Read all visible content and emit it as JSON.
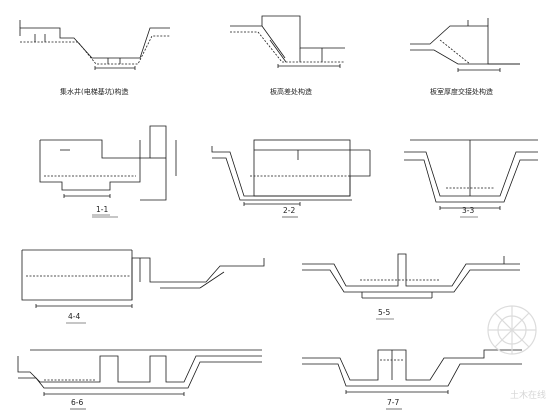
{
  "sheet": {
    "background": "#ffffff",
    "line_color": "#1a1a1a",
    "watermark_text": "土木在线",
    "watermark_color": "#d9d9d9"
  },
  "details": [
    {
      "id": "pit",
      "caption": "集水井(电梯基坑)构造"
    },
    {
      "id": "step",
      "caption": "板高差处构造"
    },
    {
      "id": "thick",
      "caption": "板室厚度交接处构造"
    }
  ],
  "sections": [
    {
      "id": "s1",
      "caption": "1-1"
    },
    {
      "id": "s2",
      "caption": "2-2"
    },
    {
      "id": "s3",
      "caption": "3-3"
    },
    {
      "id": "s4",
      "caption": "4-4"
    },
    {
      "id": "s5",
      "caption": "5-5"
    },
    {
      "id": "s6",
      "caption": "6-6"
    },
    {
      "id": "s7",
      "caption": "7-7"
    }
  ]
}
